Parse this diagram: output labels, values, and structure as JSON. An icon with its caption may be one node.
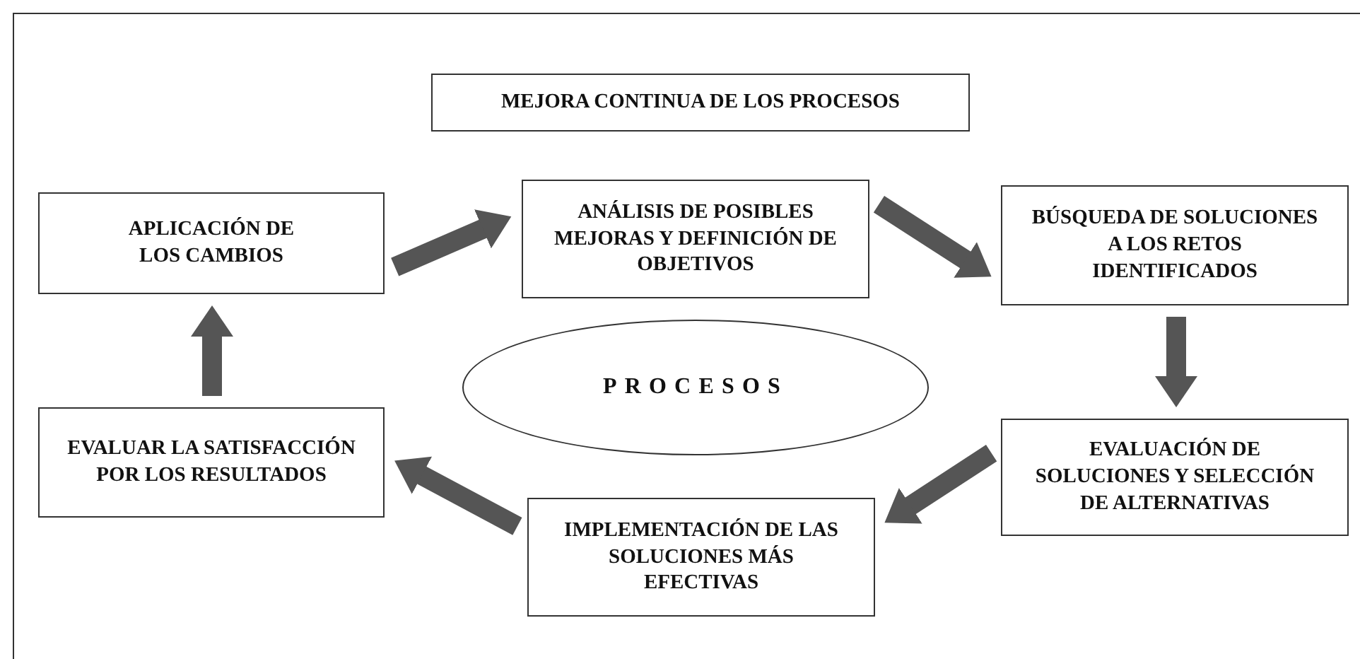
{
  "diagram": {
    "nodes": [
      {
        "text": [
          "MEJORA CONTINUA DE LOS PROCESOS"
        ]
      },
      {
        "text": [
          "APLICACIÓN DE LOS CAMBIOS"
        ]
      },
      {
        "text": [
          "ANÁLISIS DE POSIBLES MEJORAS Y DEFINICIÓN DE OBJETIVOS"
        ]
      },
      {
        "text": [
          "BÚSQUEDA DE SOLUCIONES A LOS RETOS IDENTIFICADOS"
        ]
      },
      {
        "text": [
          "PROCESOS"
        ]
      },
      {
        "text": [
          "EVALUAR LA SATISFACCIÓN POR LOS RESULTADOS"
        ]
      },
      {
        "text": [
          "EVALUACIÓN DE SOLUCIONES Y SELECCIÓN DE ALTERNATIVAS"
        ]
      },
      {
        "text": [
          "IMPLEMENTACIÓN DE LAS SOLUCIONES MÁS EFECTIVAS"
        ]
      }
    ],
    "edges": [
      {
        "from": 1,
        "to": 2,
        "arrow": "to"
      },
      {
        "from": 2,
        "to": 3,
        "arrow": "to"
      },
      {
        "from": 3,
        "to": 6,
        "arrow": "to"
      },
      {
        "from": 6,
        "to": 7,
        "arrow": "to"
      },
      {
        "from": 7,
        "to": 5,
        "arrow": "to"
      },
      {
        "from": 5,
        "to": 1,
        "arrow": "to"
      }
    ]
  }
}
